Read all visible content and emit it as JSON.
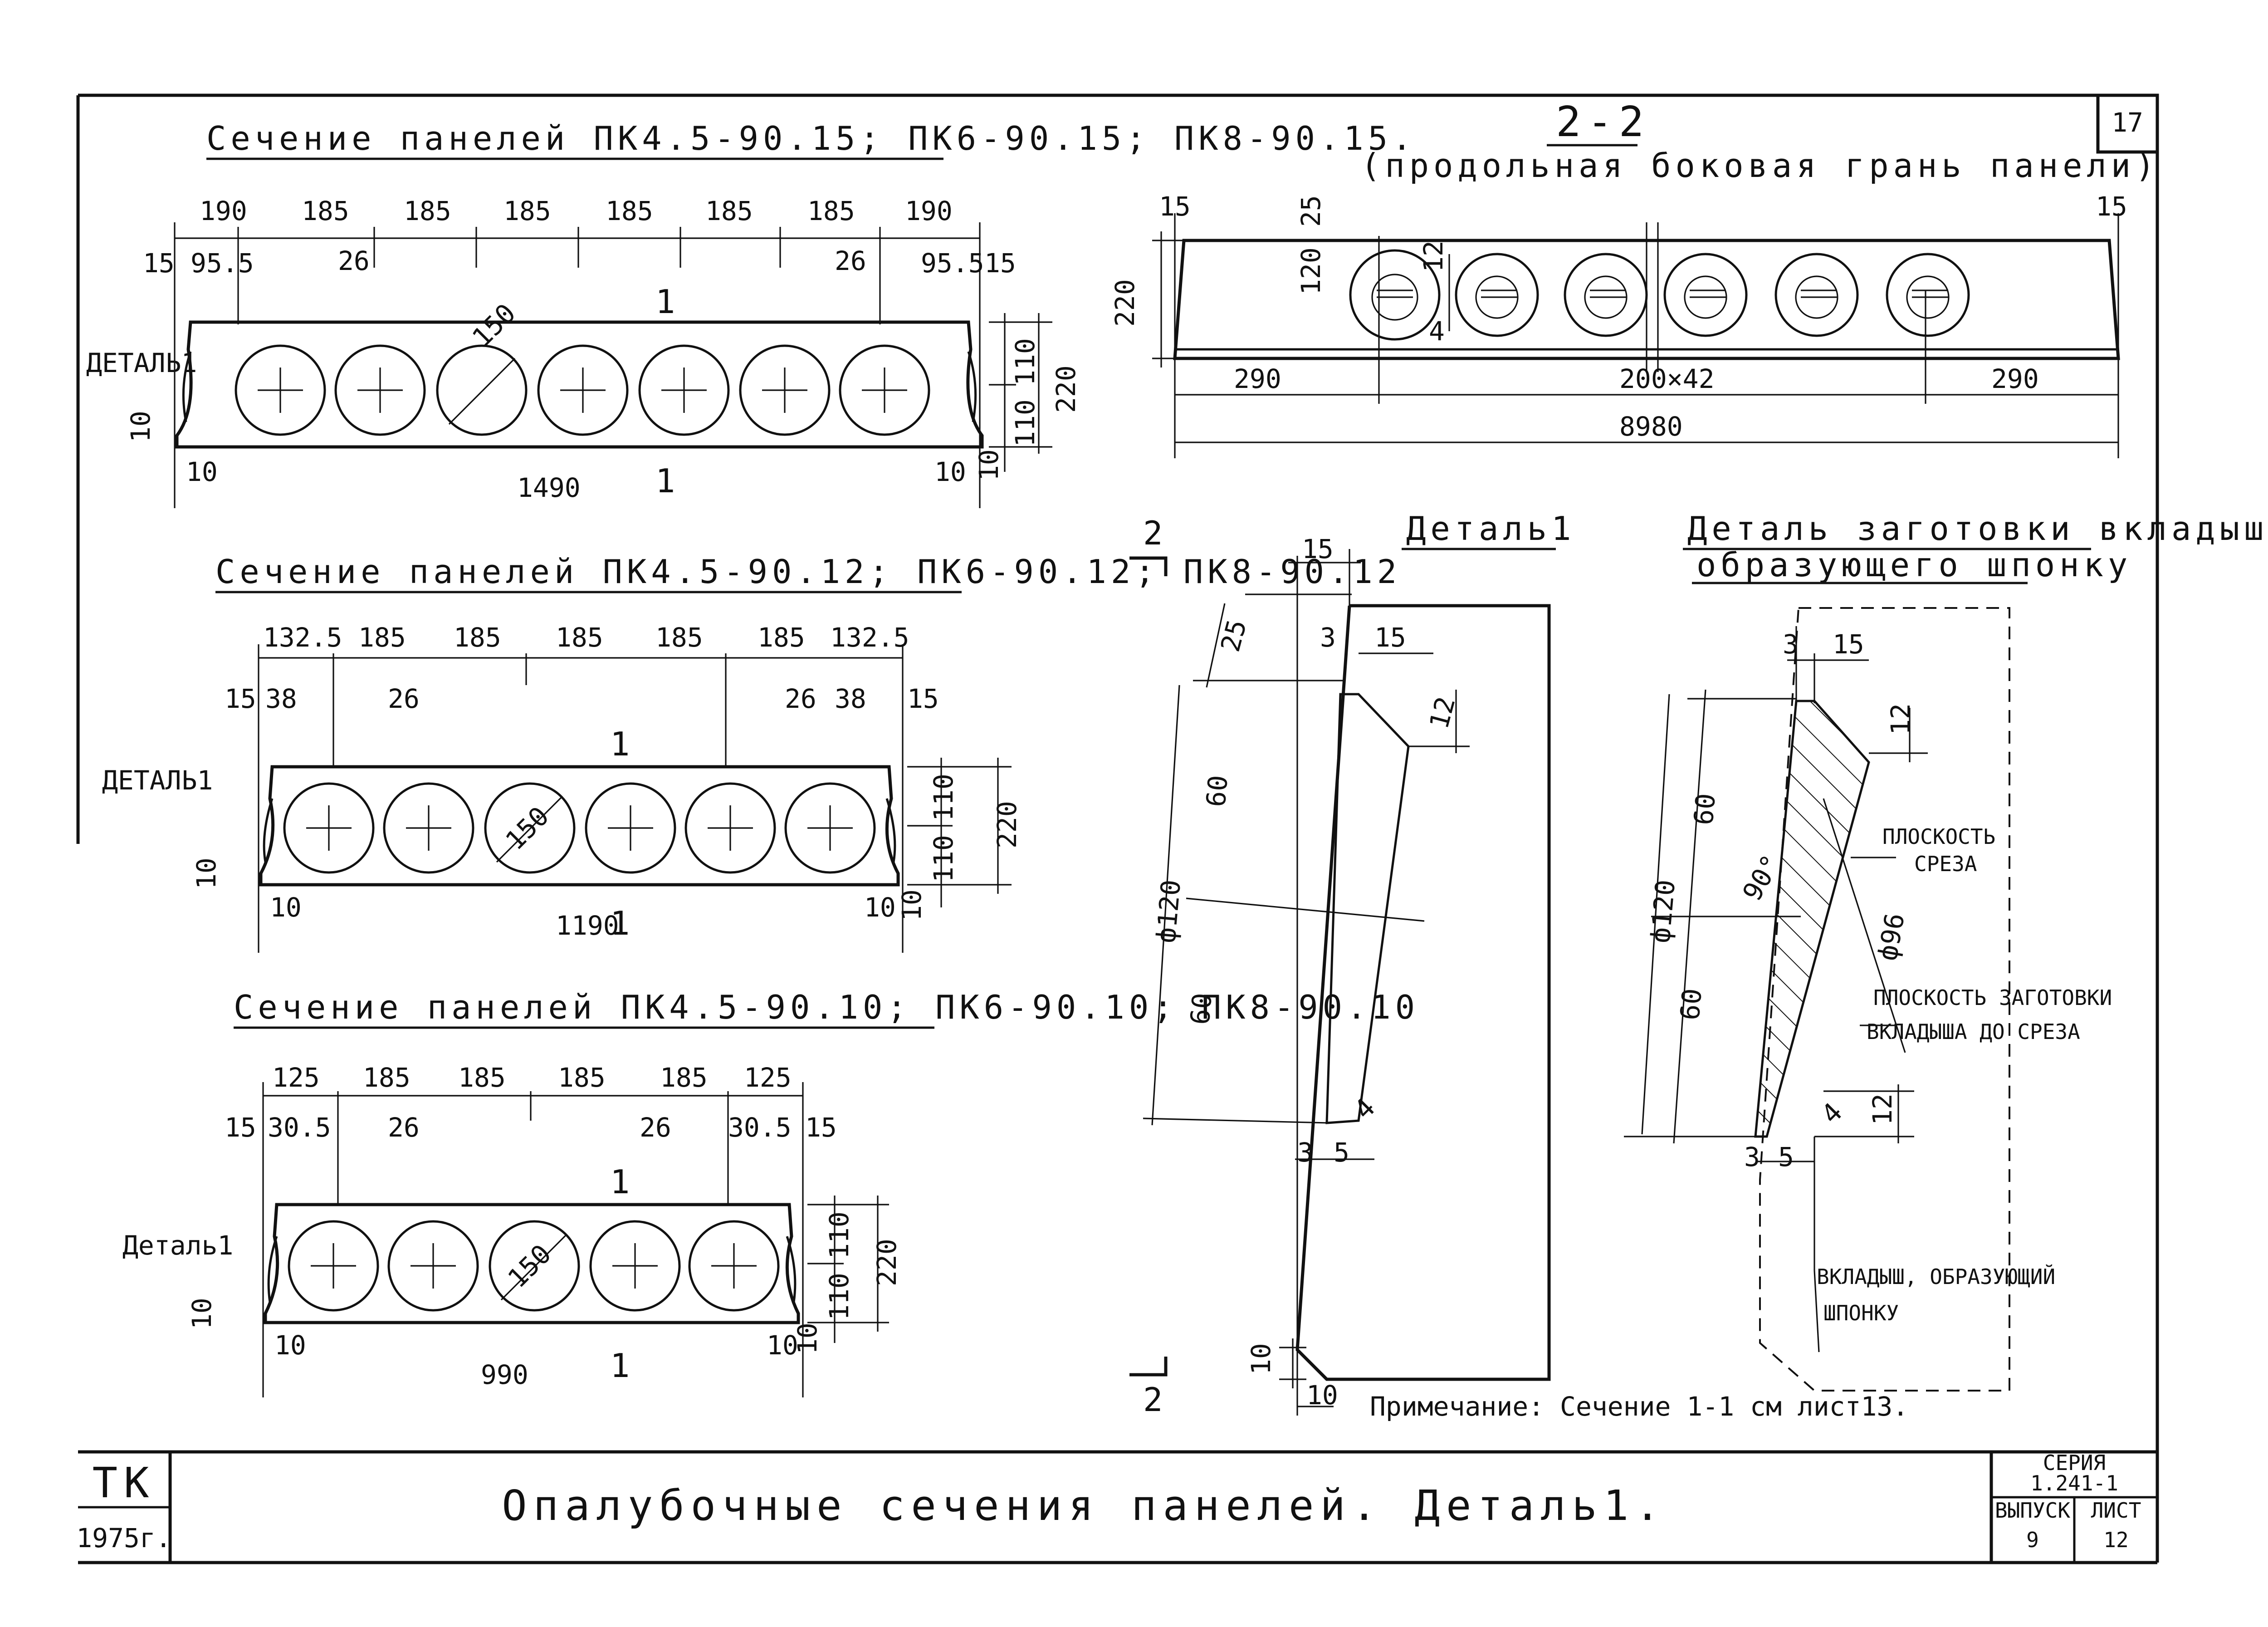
{
  "sheet": {
    "number_box": "17",
    "title": "Опалубочные сечения панелей. Деталь1.",
    "org": "ТК",
    "year": "1975г.",
    "series_label": "СЕРИЯ",
    "series_value": "1.241-1",
    "issue_label": "ВЫПУСК",
    "issue_value": "9",
    "sheet_label": "ЛИСТ",
    "sheet_value": "12",
    "note": "Примечание: Сечение 1-1 см лист13."
  },
  "section_a": {
    "title": "Сечение панелей ПК4.5-90.15; ПК6-90.15; ПК8-90.15.",
    "detail_label": "ДЕТАЛЬ1",
    "top_dims": [
      "190",
      "185",
      "185",
      "185",
      "185",
      "185",
      "185",
      "190"
    ],
    "small": [
      "15",
      "95.5",
      "26",
      "26",
      "95.5",
      "15"
    ],
    "hole_dia": "150",
    "mark": "1",
    "right_dims": [
      "110",
      "220",
      "110",
      "10"
    ],
    "left_dim": "10",
    "bottom_small": [
      "10",
      "10"
    ],
    "overall": "1490"
  },
  "section_b": {
    "title": "Сечение панелей ПК4.5-90.12; ПК6-90.12; ПК8-90.12",
    "detail_label": "ДЕТАЛЬ1",
    "top_dims": [
      "132.5",
      "185",
      "185",
      "185",
      "185",
      "185",
      "132.5"
    ],
    "small": [
      "15",
      "38",
      "26",
      "26",
      "38",
      "15"
    ],
    "hole_dia": "150",
    "mark": "1",
    "right_dims": [
      "110",
      "220",
      "110",
      "10"
    ],
    "left_dim": "10",
    "bottom_small": [
      "10",
      "10"
    ],
    "overall": "1190"
  },
  "section_c": {
    "title": "Сечение панелей ПК4.5-90.10; ПК6-90.10; ПК8-90.10",
    "detail_label": "Деталь1",
    "top_dims": [
      "125",
      "185",
      "185",
      "185",
      "185",
      "125"
    ],
    "small": [
      "15",
      "30.5",
      "26",
      "26",
      "30.5",
      "15"
    ],
    "hole_dia": "150",
    "mark": "1",
    "right_dims": [
      "110",
      "220",
      "110",
      "10"
    ],
    "left_dim": "10",
    "bottom_small": [
      "10",
      "10"
    ],
    "overall": "990"
  },
  "side_view": {
    "title": "2-2",
    "subtitle": "(продольная боковая грань панели)",
    "dims": [
      "15",
      "15",
      "25",
      "120",
      "12",
      "4",
      "220"
    ],
    "bottom_dims": [
      "290",
      "200×42",
      "290"
    ],
    "overall": "8980"
  },
  "detail1": {
    "title": "Деталь1",
    "cut_mark": "2",
    "dims": [
      "15",
      "3",
      "15",
      "25",
      "12",
      "60",
      "ф120",
      "60",
      "4",
      "3",
      "5",
      "10",
      "10"
    ]
  },
  "detail_insert": {
    "title_line1": "Деталь заготовки вкладыша,",
    "title_line2": "образующего шпонку",
    "dims": [
      "3",
      "15",
      "12",
      "60",
      "ф120",
      "60",
      "90°",
      "ф96",
      "12",
      "4",
      "3",
      "5"
    ],
    "label_cut_1": "ПЛОСКОСТЬ",
    "label_cut_2": "СРЕЗА",
    "label_blank_1": "ПЛОСКОСТЬ ЗАГОТОВКИ",
    "label_blank_2": "ВКЛАДЫША ДО СРЕЗА",
    "label_insert_1": "ВКЛАДЫШ, ОБРАЗУЮЩИЙ",
    "label_insert_2": "ШПОНКУ"
  }
}
